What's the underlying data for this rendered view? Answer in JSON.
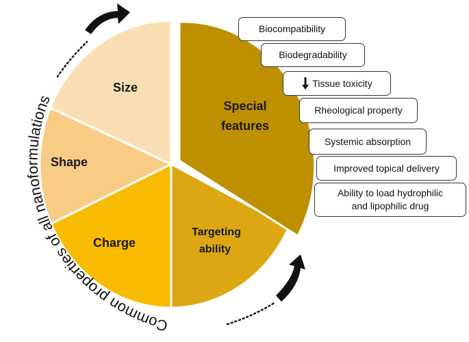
{
  "segments": {
    "size": "Size",
    "shape": "Shape",
    "charge": "Charge",
    "targeting_line1": "Targeting",
    "targeting_line2": "ability",
    "special_line1": "Special",
    "special_line2": "features"
  },
  "arc_caption": "Common properties of all nanoformulations",
  "features": [
    {
      "label": "Biocompatibility"
    },
    {
      "label": "Biodegradability"
    },
    {
      "label": "Tissue toxicity",
      "icon": "down-arrow-icon"
    },
    {
      "label": "Rheological property"
    },
    {
      "label": "Systemic absorption"
    },
    {
      "label": "Improved topical delivery"
    },
    {
      "label_line1": "Ability to load hydrophilic",
      "label_line2": "and lipophilic drug"
    }
  ],
  "colors": {
    "size": "#fbdfb4",
    "shape": "#f9cc85",
    "charge": "#f8bb00",
    "targeting": "#dca713",
    "special": "#be9000",
    "arrow": "#111111"
  }
}
